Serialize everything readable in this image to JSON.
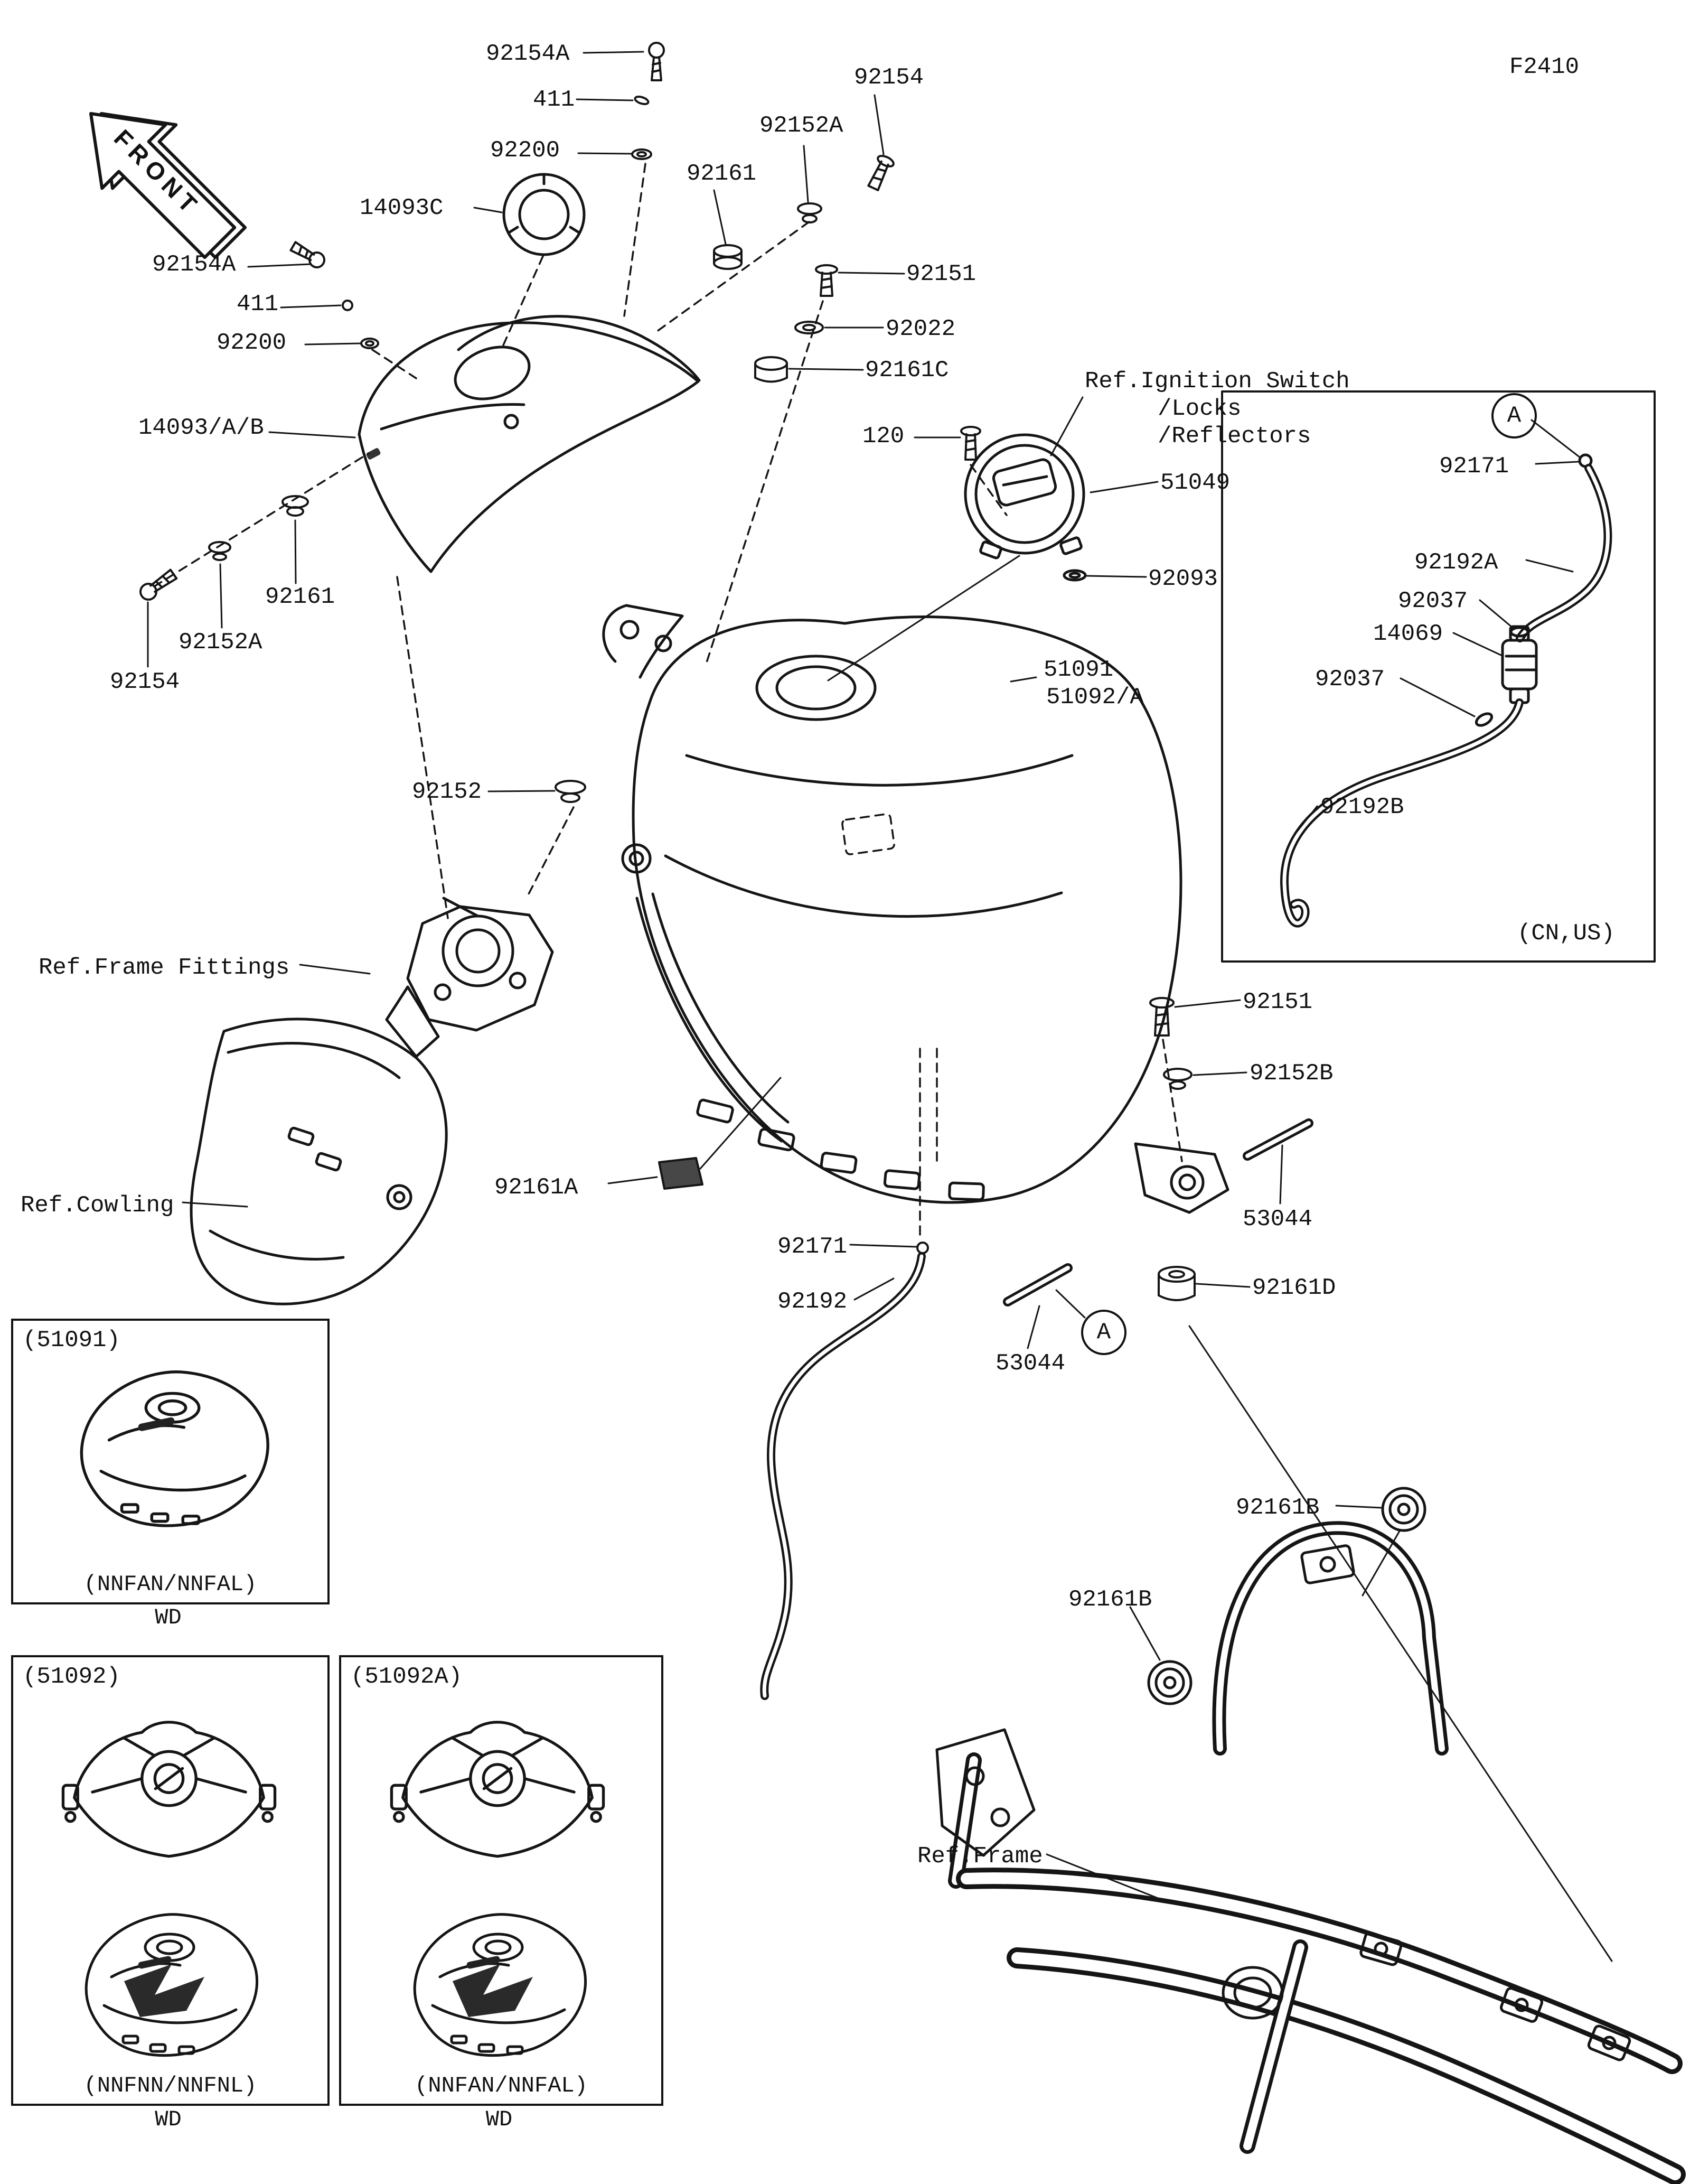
{
  "header": {
    "diagram_code": "F2410",
    "front_label": "FRONT"
  },
  "colors": {
    "ink": "#111111",
    "background": "#ffffff"
  },
  "callouts": [
    {
      "id": "92154A-top",
      "text": "92154A"
    },
    {
      "id": "411-top",
      "text": "411"
    },
    {
      "id": "92200-top",
      "text": "92200"
    },
    {
      "id": "14093C",
      "text": "14093C"
    },
    {
      "id": "92161-top",
      "text": "92161"
    },
    {
      "id": "92152A-top",
      "text": "92152A"
    },
    {
      "id": "92154-top",
      "text": "92154"
    },
    {
      "id": "92154A-left",
      "text": "92154A"
    },
    {
      "id": "411-left",
      "text": "411"
    },
    {
      "id": "92200-left",
      "text": "92200"
    },
    {
      "id": "14093-A-B",
      "text": "14093/A/B"
    },
    {
      "id": "92151-top",
      "text": "92151"
    },
    {
      "id": "92022",
      "text": "92022"
    },
    {
      "id": "92161C",
      "text": "92161C"
    },
    {
      "id": "120",
      "text": "120"
    },
    {
      "id": "ref-ignition",
      "text": "Ref.Ignition Switch"
    },
    {
      "id": "ref-locks",
      "text": "/Locks"
    },
    {
      "id": "ref-reflectors",
      "text": "/Reflectors"
    },
    {
      "id": "51049",
      "text": "51049"
    },
    {
      "id": "92093",
      "text": "92093"
    },
    {
      "id": "detail-a-top",
      "text": "A"
    },
    {
      "id": "92171-right",
      "text": "92171"
    },
    {
      "id": "92192A",
      "text": "92192A"
    },
    {
      "id": "92037-upper",
      "text": "92037"
    },
    {
      "id": "14069",
      "text": "14069"
    },
    {
      "id": "92037-lower",
      "text": "92037"
    },
    {
      "id": "92192B",
      "text": "92192B"
    },
    {
      "id": "cn-us",
      "text": "(CN,US)"
    },
    {
      "id": "51091",
      "text": "51091"
    },
    {
      "id": "51092-A",
      "text": "51092/A"
    },
    {
      "id": "92161-left",
      "text": "92161"
    },
    {
      "id": "92152A-left",
      "text": "92152A"
    },
    {
      "id": "92154-left",
      "text": "92154"
    },
    {
      "id": "92152",
      "text": "92152"
    },
    {
      "id": "ref-frame-fittings",
      "text": "Ref.Frame Fittings"
    },
    {
      "id": "ref-cowling",
      "text": "Ref.Cowling"
    },
    {
      "id": "92161A",
      "text": "92161A"
    },
    {
      "id": "92151-right",
      "text": "92151"
    },
    {
      "id": "92152B",
      "text": "92152B"
    },
    {
      "id": "53044-right",
      "text": "53044"
    },
    {
      "id": "92161D",
      "text": "92161D"
    },
    {
      "id": "92171-mid",
      "text": "92171"
    },
    {
      "id": "92192",
      "text": "92192"
    },
    {
      "id": "53044-mid",
      "text": "53044"
    },
    {
      "id": "detail-a-mid",
      "text": "A"
    },
    {
      "id": "92161B-right",
      "text": "92161B"
    },
    {
      "id": "92161B-left",
      "text": "92161B"
    },
    {
      "id": "ref-frame",
      "text": "Ref.Frame"
    }
  ],
  "insets": {
    "box1": {
      "title": "(51091)",
      "variant": "(NNFAN/NNFAL)",
      "wd": "WD"
    },
    "box2": {
      "title": "(51092)",
      "variant": "(NNFNN/NNFNL)",
      "wd": "WD"
    },
    "box3": {
      "title": "(51092A)",
      "variant": "(NNFAN/NNFAL)",
      "wd": "WD"
    }
  }
}
